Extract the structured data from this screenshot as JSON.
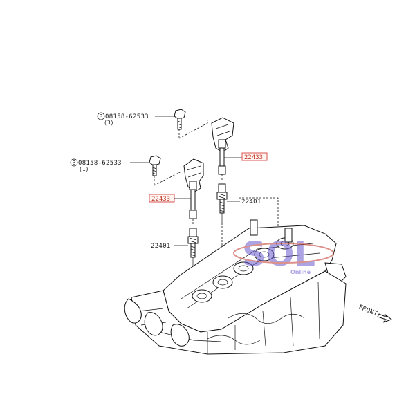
{
  "callouts": {
    "bolt_top": {
      "part_number": "08158-62533",
      "qty": "(3)",
      "marker": "B"
    },
    "bolt_left": {
      "part_number": "08158-62533",
      "qty": "(1)",
      "marker": "B"
    },
    "coil_right": {
      "part_number": "22433"
    },
    "coil_left": {
      "part_number": "22433"
    },
    "plug_right": {
      "part_number": "22401"
    },
    "plug_left": {
      "part_number": "22401"
    }
  },
  "direction": {
    "label": "FRONT"
  },
  "watermark": {
    "text": "SOL",
    "subtext": "Online"
  },
  "colors": {
    "highlight": "#d9534f",
    "line": "#111111",
    "watermark": "#6a5acd"
  }
}
